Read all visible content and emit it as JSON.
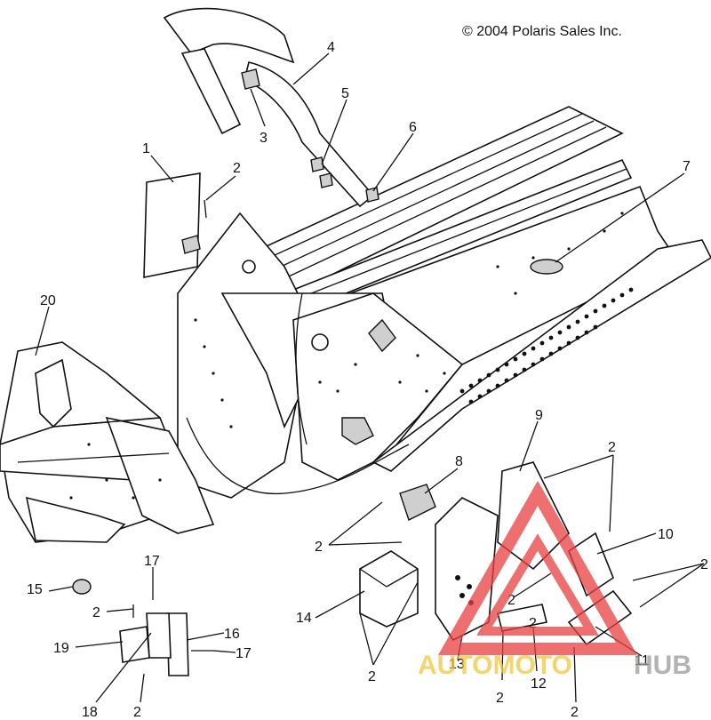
{
  "copyright": "© 2004 Polaris Sales Inc.",
  "callouts": [
    {
      "id": "1",
      "label": "1"
    },
    {
      "id": "2a",
      "label": "2"
    },
    {
      "id": "3",
      "label": "3"
    },
    {
      "id": "4",
      "label": "4"
    },
    {
      "id": "5",
      "label": "5"
    },
    {
      "id": "6",
      "label": "6"
    },
    {
      "id": "7",
      "label": "7"
    },
    {
      "id": "8",
      "label": "8"
    },
    {
      "id": "9",
      "label": "9"
    },
    {
      "id": "2b",
      "label": "2"
    },
    {
      "id": "10",
      "label": "10"
    },
    {
      "id": "2c",
      "label": "2"
    },
    {
      "id": "11",
      "label": "11"
    },
    {
      "id": "12",
      "label": "12"
    },
    {
      "id": "13",
      "label": "13"
    },
    {
      "id": "2d",
      "label": "2"
    },
    {
      "id": "2e",
      "label": "2"
    },
    {
      "id": "2f",
      "label": "2"
    },
    {
      "id": "14",
      "label": "14"
    },
    {
      "id": "2g",
      "label": "2"
    },
    {
      "id": "2h",
      "label": "2"
    },
    {
      "id": "15",
      "label": "15"
    },
    {
      "id": "17a",
      "label": "17"
    },
    {
      "id": "2i",
      "label": "2"
    },
    {
      "id": "19",
      "label": "19"
    },
    {
      "id": "16",
      "label": "16"
    },
    {
      "id": "17b",
      "label": "17"
    },
    {
      "id": "18",
      "label": "18"
    },
    {
      "id": "2j",
      "label": "2"
    },
    {
      "id": "20",
      "label": "20"
    },
    {
      "id": "2k",
      "label": "2"
    }
  ],
  "watermark": {
    "part1": "AUTOMOTO",
    "part2": "HUB",
    "colors": {
      "triangle": "#e84040",
      "auto": "#f0c83c",
      "hub": "#9a9a9a"
    }
  }
}
